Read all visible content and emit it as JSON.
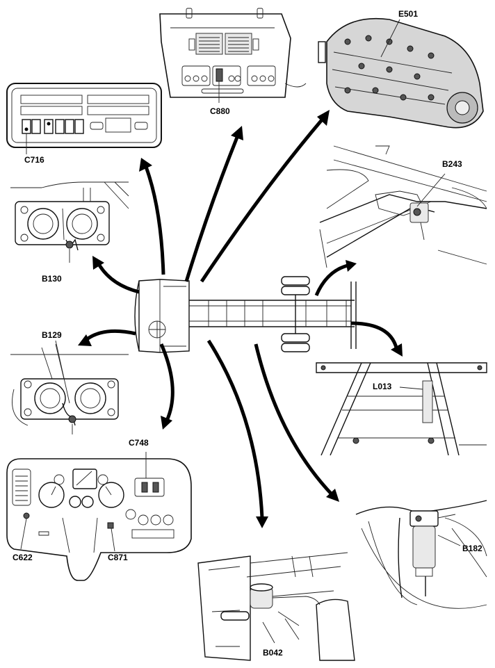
{
  "labels": {
    "c716": "C716",
    "c880": "C880",
    "e501": "E501",
    "b130": "B130",
    "b243": "B243",
    "b129": "B129",
    "l013": "L013",
    "c748": "C748",
    "c622": "C622",
    "c871": "C871",
    "b182": "B182",
    "b042": "B042"
  }
}
